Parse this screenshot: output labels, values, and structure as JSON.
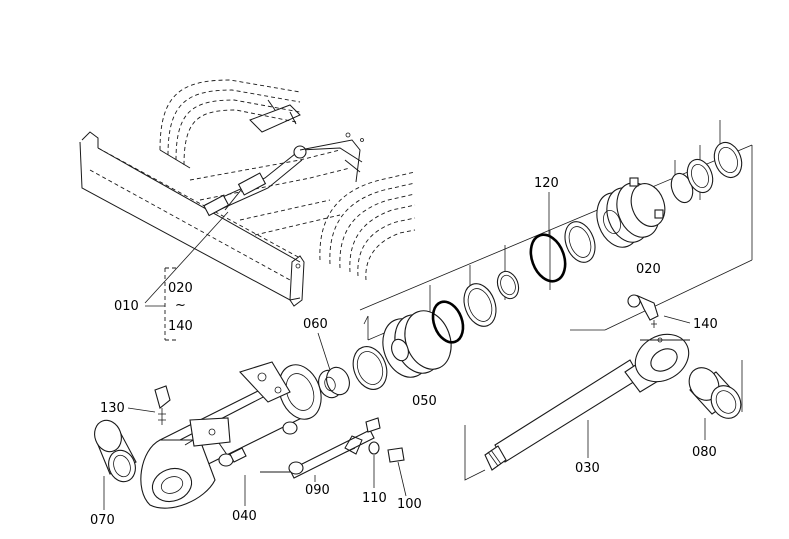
{
  "diagram": {
    "labels": {
      "p010": "010",
      "p020a": "020",
      "range_sep": "~",
      "p140a": "140",
      "p120": "120",
      "p020b": "020",
      "p060": "060",
      "p140b": "140",
      "p050": "050",
      "p130": "130",
      "p080": "080",
      "p030": "030",
      "p090": "090",
      "p040": "040",
      "p110": "110",
      "p070": "070",
      "p100": "100"
    }
  }
}
